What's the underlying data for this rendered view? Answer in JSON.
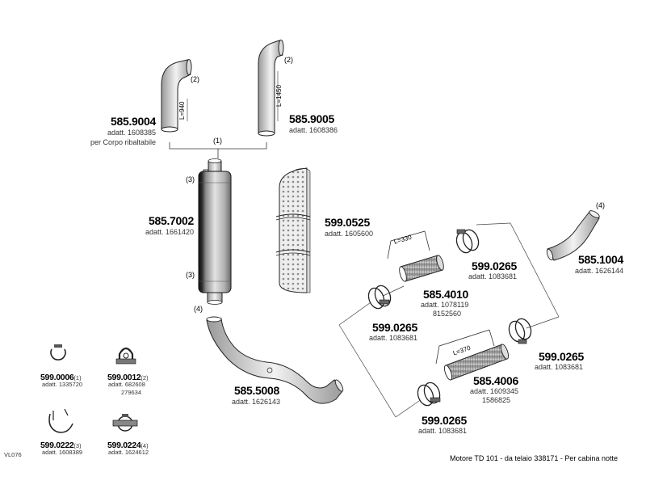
{
  "parts": {
    "p9004": {
      "number": "585.9004",
      "adatt": "adatt. 1608385",
      "note": "per Corpo ribaltabile",
      "ref": "(2)",
      "dim": "L=940"
    },
    "p9005": {
      "number": "585.9005",
      "adatt": "adatt. 1608386",
      "ref": "(2)",
      "dim": "L=1450"
    },
    "bracket": {
      "ref": "(1)"
    },
    "p7002": {
      "number": "585.7002",
      "adatt": "adatt. 1661420",
      "ref_top": "(3)",
      "ref_bottom": "(3)"
    },
    "p0525": {
      "number": "599.0525",
      "adatt": "adatt. 1605600"
    },
    "p1004": {
      "number": "585.1004",
      "adatt": "adatt. 1626144",
      "ref": "(4)"
    },
    "p4010": {
      "number": "585.4010",
      "adatt": "adatt. 1078119",
      "adatt2": "8152560",
      "dim": "L=330"
    },
    "p0265a": {
      "number": "599.0265",
      "adatt": "adatt. 1083681"
    },
    "p0265b": {
      "number": "599.0265",
      "adatt": "adatt. 1083681"
    },
    "p0265c": {
      "number": "599.0265",
      "adatt": "adatt. 1083681"
    },
    "p0265d": {
      "number": "599.0265",
      "adatt": "adatt. 1083681"
    },
    "p4006": {
      "number": "585.4006",
      "adatt": "adatt. 1609345",
      "adatt2": "1586825",
      "dim": "L=370"
    },
    "p5008": {
      "number": "585.5008",
      "adatt": "adatt. 1626143",
      "ref": "(4)"
    },
    "p0006": {
      "number": "599.0006",
      "ref": "(1)",
      "adatt": "adatt. 1335720"
    },
    "p0012": {
      "number": "599.0012",
      "ref": "(2)",
      "adatt": "adatt. 682608",
      "adatt2": "279634"
    },
    "p0222": {
      "number": "599.0222",
      "ref": "(3)",
      "adatt": "adatt. 1608389"
    },
    "p0224": {
      "number": "599.0224",
      "ref": "(4)",
      "adatt": "adatt. 1624612"
    }
  },
  "footer": {
    "code": "VL076",
    "caption": "Motore TD 101  -  da telaio 338171  -  Per cabina notte"
  }
}
